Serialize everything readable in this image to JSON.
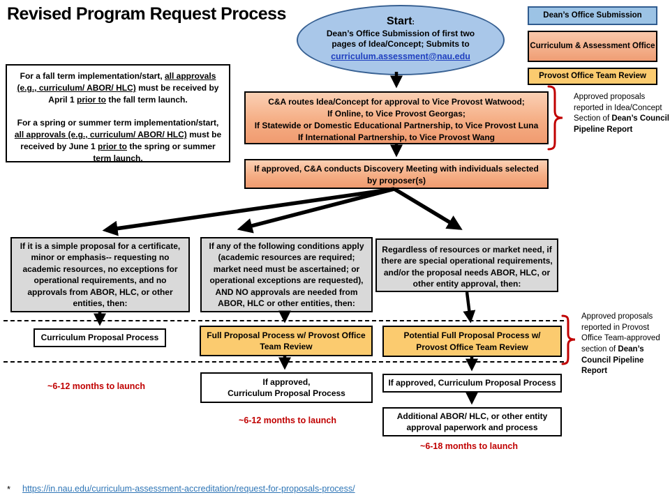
{
  "title": "Revised Program Request Process",
  "start": {
    "label": "Start",
    "colon": ":",
    "body": "Dean’s Office  Submission of first two pages of Idea/Concept; Submits to",
    "email_link": "curriculum.assessment@nau.edu"
  },
  "legend": {
    "items": [
      {
        "label": "Dean’s Office Submission",
        "color": "#9cc3e5"
      },
      {
        "label": "Curriculum & Assessment Office",
        "color": "#f5ae85"
      },
      {
        "label": "Provost Office Team Review",
        "color": "#fbcb6f"
      }
    ]
  },
  "info_box": {
    "p1": {
      "s1": "For a fall term implementation/start, ",
      "u1": "all approvals (e.g., curriculum/ ABOR/ HLC)",
      "s2": " must be received by April 1 ",
      "u2": "prior to",
      "s3": " the fall term launch."
    },
    "p2": {
      "s1": "For a spring or summer term implementation/start, ",
      "u1": "all approvals (e.g., curriculum/ ABOR/ HLC)",
      "s2": " must be received by June 1 ",
      "u2": "prior to",
      "s3": " the spring or summer term launch."
    }
  },
  "routes_box": {
    "lines": [
      "C&A routes Idea/Concept for approval to Vice Provost Watwood;",
      "If Online, to Vice Provost Georgas;",
      "If Statewide or Domestic Educational Partnership, to Vice Provost Luna",
      "If International Partnership, to Vice Provost Wang"
    ]
  },
  "discovery_box": {
    "text": "If approved, C&A conducts Discovery Meeting with individuals selected by proposer(s)"
  },
  "branches": {
    "left": "If it is a simple proposal for a certificate, minor or emphasis-- requesting no academic resources, no exceptions for operational requirements, and no approvals from ABOR, HLC, or other entities, then:",
    "middle": "If any of the following conditions apply (academic resources are required; market need must be ascertained; or operational exceptions are requested), AND NO approvals are needed from ABOR, HLC or other entities, then:",
    "right": "Regardless of resources or market need, if there are special operational requirements, and/or the proposal needs ABOR, HLC, or other entity approval, then:"
  },
  "process_row": {
    "curriculum": "Curriculum Proposal Process",
    "full": "Full Proposal Process w/ Provost Office Team Review",
    "potential": "Potential Full Proposal Process w/ Provost Office Team Review"
  },
  "outcome_row": {
    "mid_lines": [
      "If approved,",
      "Curriculum Proposal Process"
    ],
    "right": "If approved, Curriculum Proposal Process",
    "additional": "Additional ABOR/ HLC, or other entity approval paperwork and process"
  },
  "timelines": {
    "left": "~6-12 months to launch",
    "middle": "~6-12 months to launch",
    "right": "~6-18 months to launch"
  },
  "annotations": {
    "idea": {
      "normal": "Approved proposals reported in Idea/Concept Section of ",
      "bold": "Dean’s Council Pipeline Report"
    },
    "provost": {
      "normal": "Approved proposals reported in Provost Office Team-approved section of ",
      "bold": "Dean’s Council Pipeline Report"
    }
  },
  "footer": {
    "asterisk": "*",
    "link": "https://in.nau.edu/curriculum-assessment-accreditation/request-for-proposals-process/"
  },
  "colors": {
    "ellipse_fill": "#a9c7e9",
    "ellipse_border": "#376092",
    "salmon_top": "#fbd0b4",
    "salmon_bottom": "#f09b70",
    "yellow": "#fbcb6f",
    "gray": "#d9d9d9",
    "red_accent": "#c00000",
    "link_blue": "#1f3fbf",
    "footer_link_blue": "#2e75b6"
  }
}
